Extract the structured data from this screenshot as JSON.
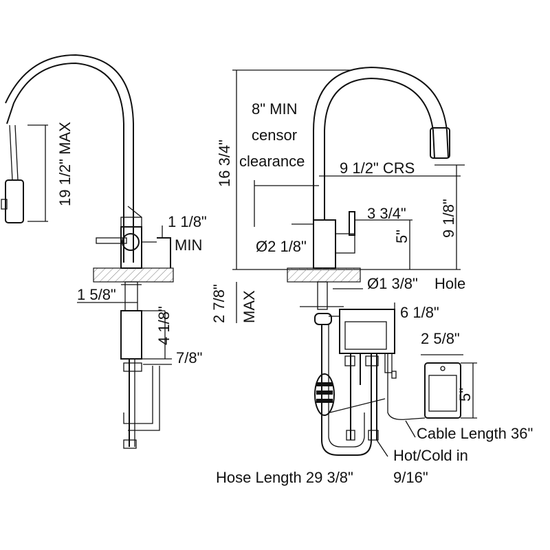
{
  "left_view": {
    "height_max": "19 1/2\" MAX",
    "handle_clearance": "1 1/8\"",
    "handle_clearance_unit": "MIN",
    "shank_diameter": "1 5/8\"",
    "shank_length": "4 1/8\"",
    "connector_offset": "7/8\""
  },
  "right_view": {
    "overall_height": "16 3/4\"",
    "sensor_clearance_line1": "8\" MIN",
    "sensor_clearance_line2": "censor",
    "sensor_clearance_line3": "clearance",
    "spout_reach": "9 1/2\"  CRS",
    "aerator_height": "9 1/8\"",
    "handle_length": "3 3/4\"",
    "handle_height": "5\"",
    "base_diameter": "Ø2 1/8\"",
    "hole_diameter": "Ø1 3/8\"",
    "hole_label": "Hole",
    "deck_thickness": "2 7/8\"",
    "deck_thickness_unit": "MAX",
    "control_box_width": "6 1/8\"",
    "battery_box_width": "2 5/8\"",
    "battery_box_height": "5\"",
    "cable_length": "Cable Length 36\"",
    "supply_line1": "Hot/Cold in",
    "supply_line2": "9/16\"",
    "hose_length": "Hose Length 29 3/8\""
  }
}
